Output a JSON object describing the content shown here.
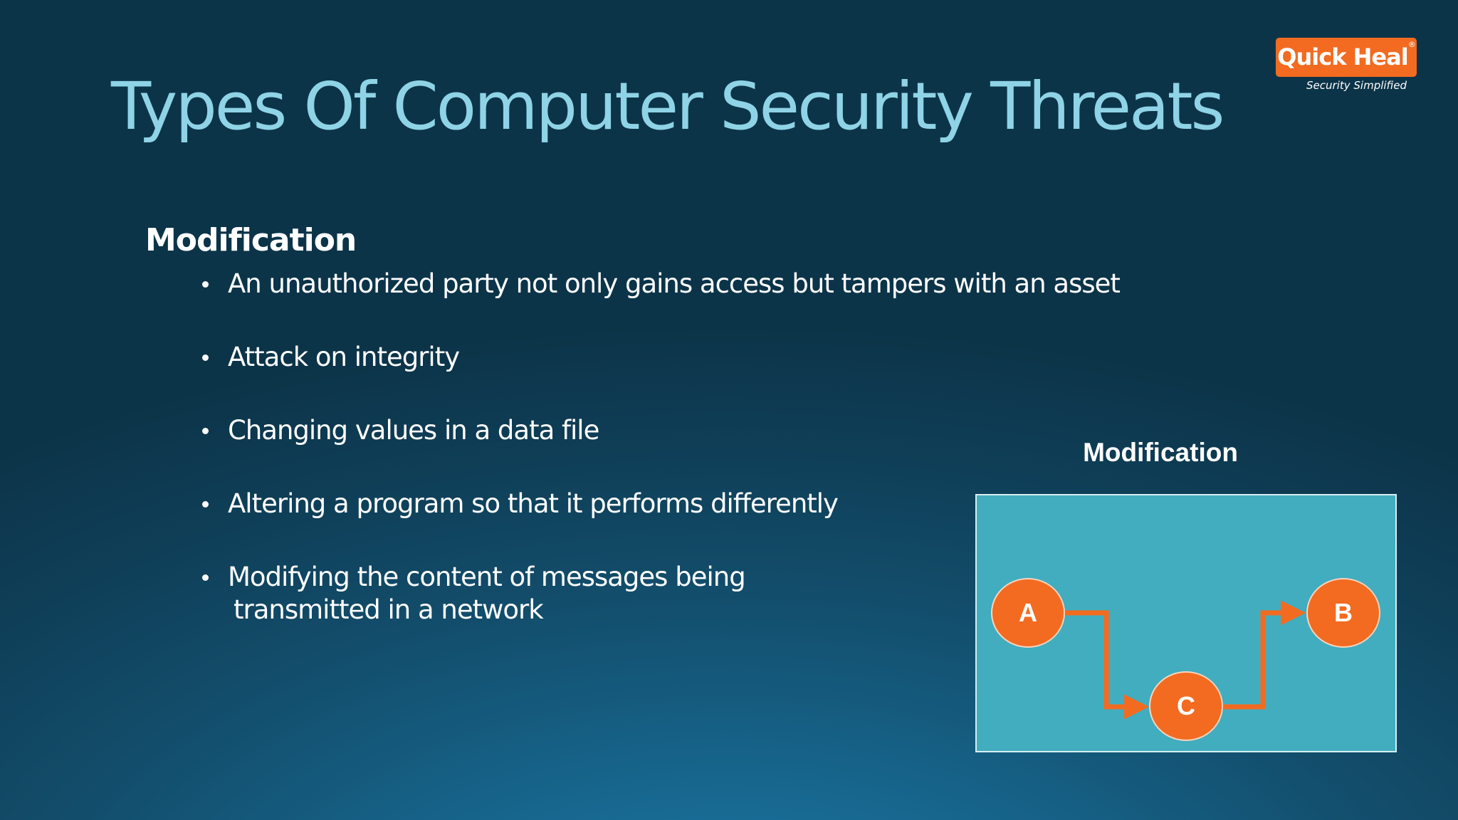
{
  "slide": {
    "title": "Types Of Computer Security Threats",
    "heading": "Modification",
    "bullets": [
      "An unauthorized party not only gains access but tampers with an asset",
      "Attack on integrity",
      "Changing values in a data file",
      "Altering a program so that it performs differently"
    ],
    "bullet_5_line_1": "Modifying the content of messages being",
    "bullet_5_line_2": "transmitted in a network"
  },
  "logo": {
    "name": "Quick Heal",
    "registered_mark": "®",
    "tagline": "Security Simplified"
  },
  "diagram": {
    "title": "Modification",
    "nodes": {
      "a": "A",
      "b": "B",
      "c": "C"
    },
    "edges": [
      [
        "A",
        "C"
      ],
      [
        "C",
        "B"
      ]
    ]
  },
  "colors": {
    "title": "#8fd3e6",
    "accent_orange": "#f26b21",
    "diagram_background": "#41adbf",
    "text": "#ffffff"
  }
}
